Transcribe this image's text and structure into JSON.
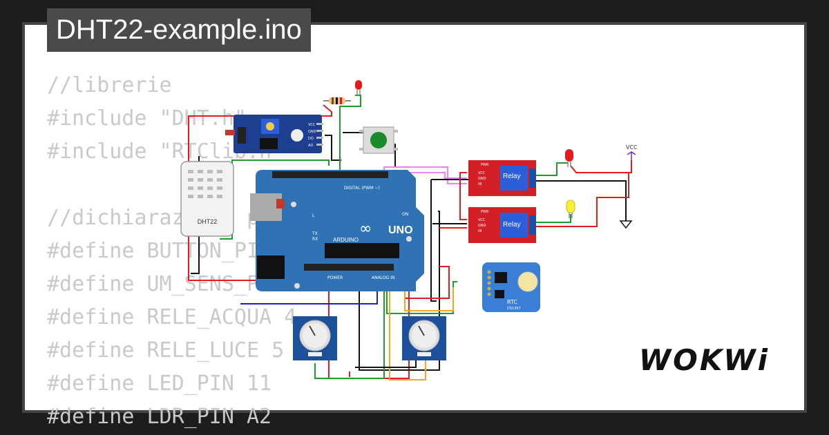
{
  "title": "DHT22-example.ino",
  "code_lines": [
    "//librerie",
    "#include \"DHT.h\"",
    "#include \"RTClib.h\"",
    "",
    "//dichiarazione pin",
    "#define BUTTON_PIN 2",
    "#define UM_SENS_PIN A0",
    "#define RELE_ACQUA 4",
    "#define RELE_LUCE 5",
    "#define LED_PIN 11",
    "#define LDR_PIN A2"
  ],
  "logo_text": "WOKWi",
  "components": {
    "dht22_label": "DHT22",
    "arduino_brand": "UNO",
    "arduino_sub": "ARDUINO",
    "digital_label": "DIGITAL (PWM ~)",
    "analog_label": "ANALOG IN",
    "power_label": "POWER",
    "relay_label": "Relay",
    "rtc_label": "RTC",
    "rtc_sub": "DS1307",
    "vcc_label": "VCC",
    "sensor_pin_labels": [
      "VCC",
      "GND",
      "DO",
      "AO"
    ],
    "relay_pin_labels": [
      "VCC",
      "GND",
      "IN"
    ],
    "relay_status": "PWR",
    "on_label": "ON",
    "tx_label": "TX",
    "rx_label": "RX",
    "l_label": "L"
  },
  "colors": {
    "background": "#1d1d1d",
    "card": "#ffffff",
    "code_text": "#c9c9c9",
    "arduino_blue": "#2f73b5",
    "relay_red": "#d32027",
    "module_blue": "#1e3f8f",
    "rtc_blue": "#3b7ed6",
    "wire_red": "#e41a1c",
    "wire_black": "#111111",
    "wire_green": "#1a9e2a",
    "wire_blue": "#1f1fb4",
    "wire_orange": "#f5a623",
    "wire_pink": "#ee82ee"
  }
}
